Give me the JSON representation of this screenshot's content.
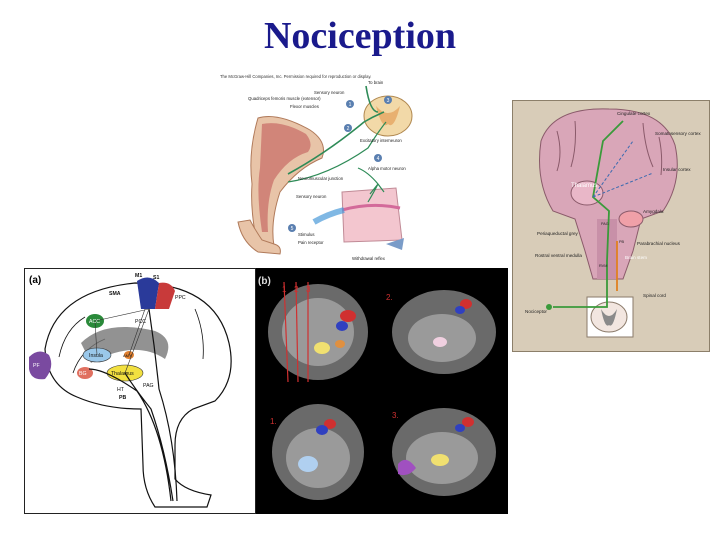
{
  "title": "Nociception",
  "reflex_panel": {
    "caption": "The McGraw-Hill Companies, Inc. Permission required for reproduction or display.",
    "labels": [
      "To brain",
      "Sensory neuron",
      "Quadriceps femoris muscle (extensor)",
      "Flexor muscles",
      "Excitatory interneuron",
      "Neuromuscular junction",
      "Alpha motor neuron",
      "Sensory neuron",
      "Stimulus",
      "Pain receptor",
      "Withdrawal reflex"
    ],
    "steps": [
      "1",
      "2",
      "3",
      "4",
      "5"
    ]
  },
  "brain_panel": {
    "labels": [
      "Cingulate cortex",
      "Somatosensory cortex",
      "Insular cortex",
      "Thalamus",
      "Amygdala",
      "Periaqueductal grey",
      "Parabrachial nucleus",
      "Brain stem",
      "Rostral ventral medulla",
      "Spinal cord",
      "Nociceptor"
    ],
    "abbrev": [
      "PAG",
      "PB",
      "RVM"
    ]
  },
  "panel_a": {
    "tag": "(a)",
    "labels": [
      "M1",
      "S1",
      "SMA",
      "PPC",
      "ACC",
      "PCC",
      "PF",
      "Insula",
      "AMY",
      "BG",
      "Thalamus",
      "HT",
      "PAG",
      "PB"
    ]
  },
  "panel_b": {
    "tag": "(b)",
    "slice_numbers": [
      "1",
      "2",
      "3"
    ],
    "view_labels": [
      "2.",
      "1.",
      "3."
    ]
  }
}
